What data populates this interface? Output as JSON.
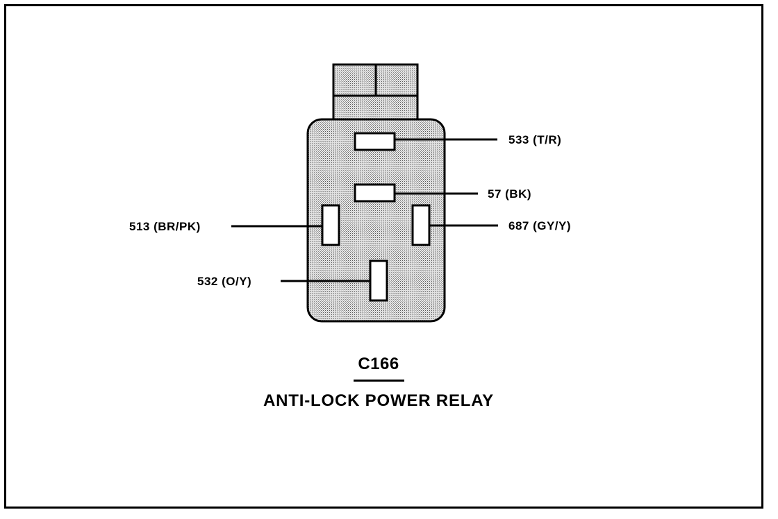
{
  "connector": {
    "id": "C166",
    "name": "ANTI-LOCK POWER RELAY"
  },
  "pins": {
    "pin_top": "533 (T/R)",
    "pin_upper_mid": "57 (BK)",
    "pin_left": "513 (BR/PK)",
    "pin_right": "687 (GY/Y)",
    "pin_bottom": "532 (O/Y)"
  },
  "colors": {
    "line": "#000000",
    "housing_fill": "#c8c8c8",
    "terminal_fill": "#ffffff"
  }
}
